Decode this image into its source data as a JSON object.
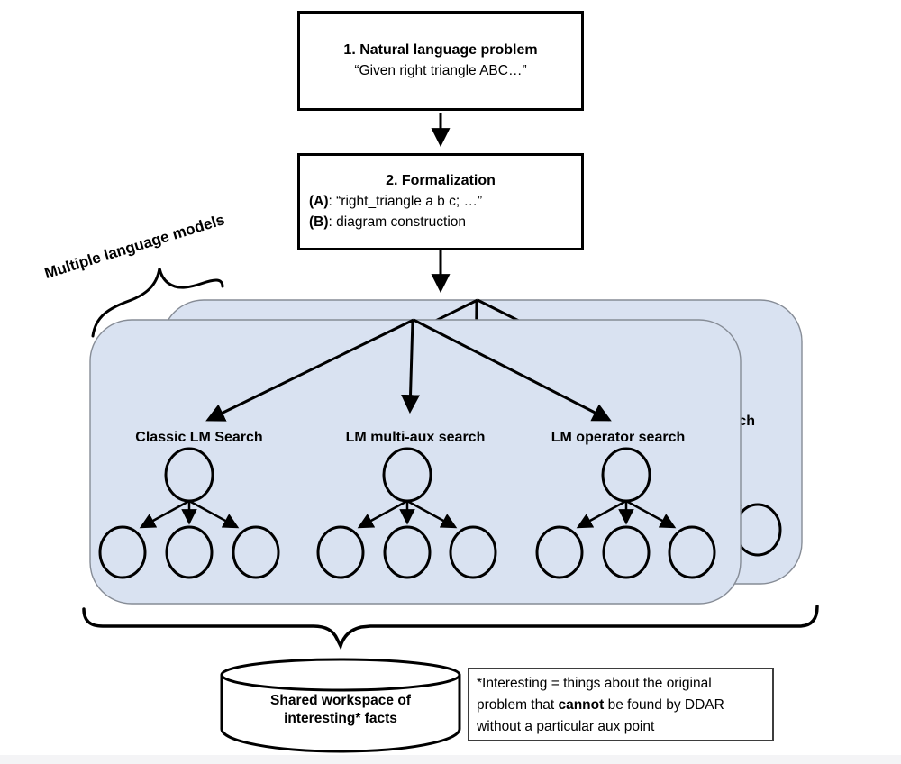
{
  "flow": {
    "step1": {
      "title": "1. Natural language problem",
      "example": "“Given right triangle ABC…”"
    },
    "step2": {
      "title": "2. Formalization",
      "items": [
        {
          "label": "(A)",
          "text": ": “right_triangle a b c; …”"
        },
        {
          "label": "(B)",
          "text": ": diagram construction"
        }
      ]
    }
  },
  "models": {
    "annotation": "Multiple language models",
    "searches": [
      "Classic LM Search",
      "LM multi-aux search",
      "LM operator search"
    ]
  },
  "workspace": {
    "title_line1": "Shared workspace of",
    "title_line2": "interesting* facts"
  },
  "note": {
    "line1": "*Interesting = things about the original",
    "line2_before": "problem that ",
    "line2_bold": "cannot",
    "line2_after": " be found by DDAR",
    "line3": "without a particular aux point"
  },
  "colors": {
    "panel_fill": "#d9e2f1",
    "panel_border": "#868c96",
    "ink": "#000000",
    "footer_strip": "#f4f4f6"
  }
}
